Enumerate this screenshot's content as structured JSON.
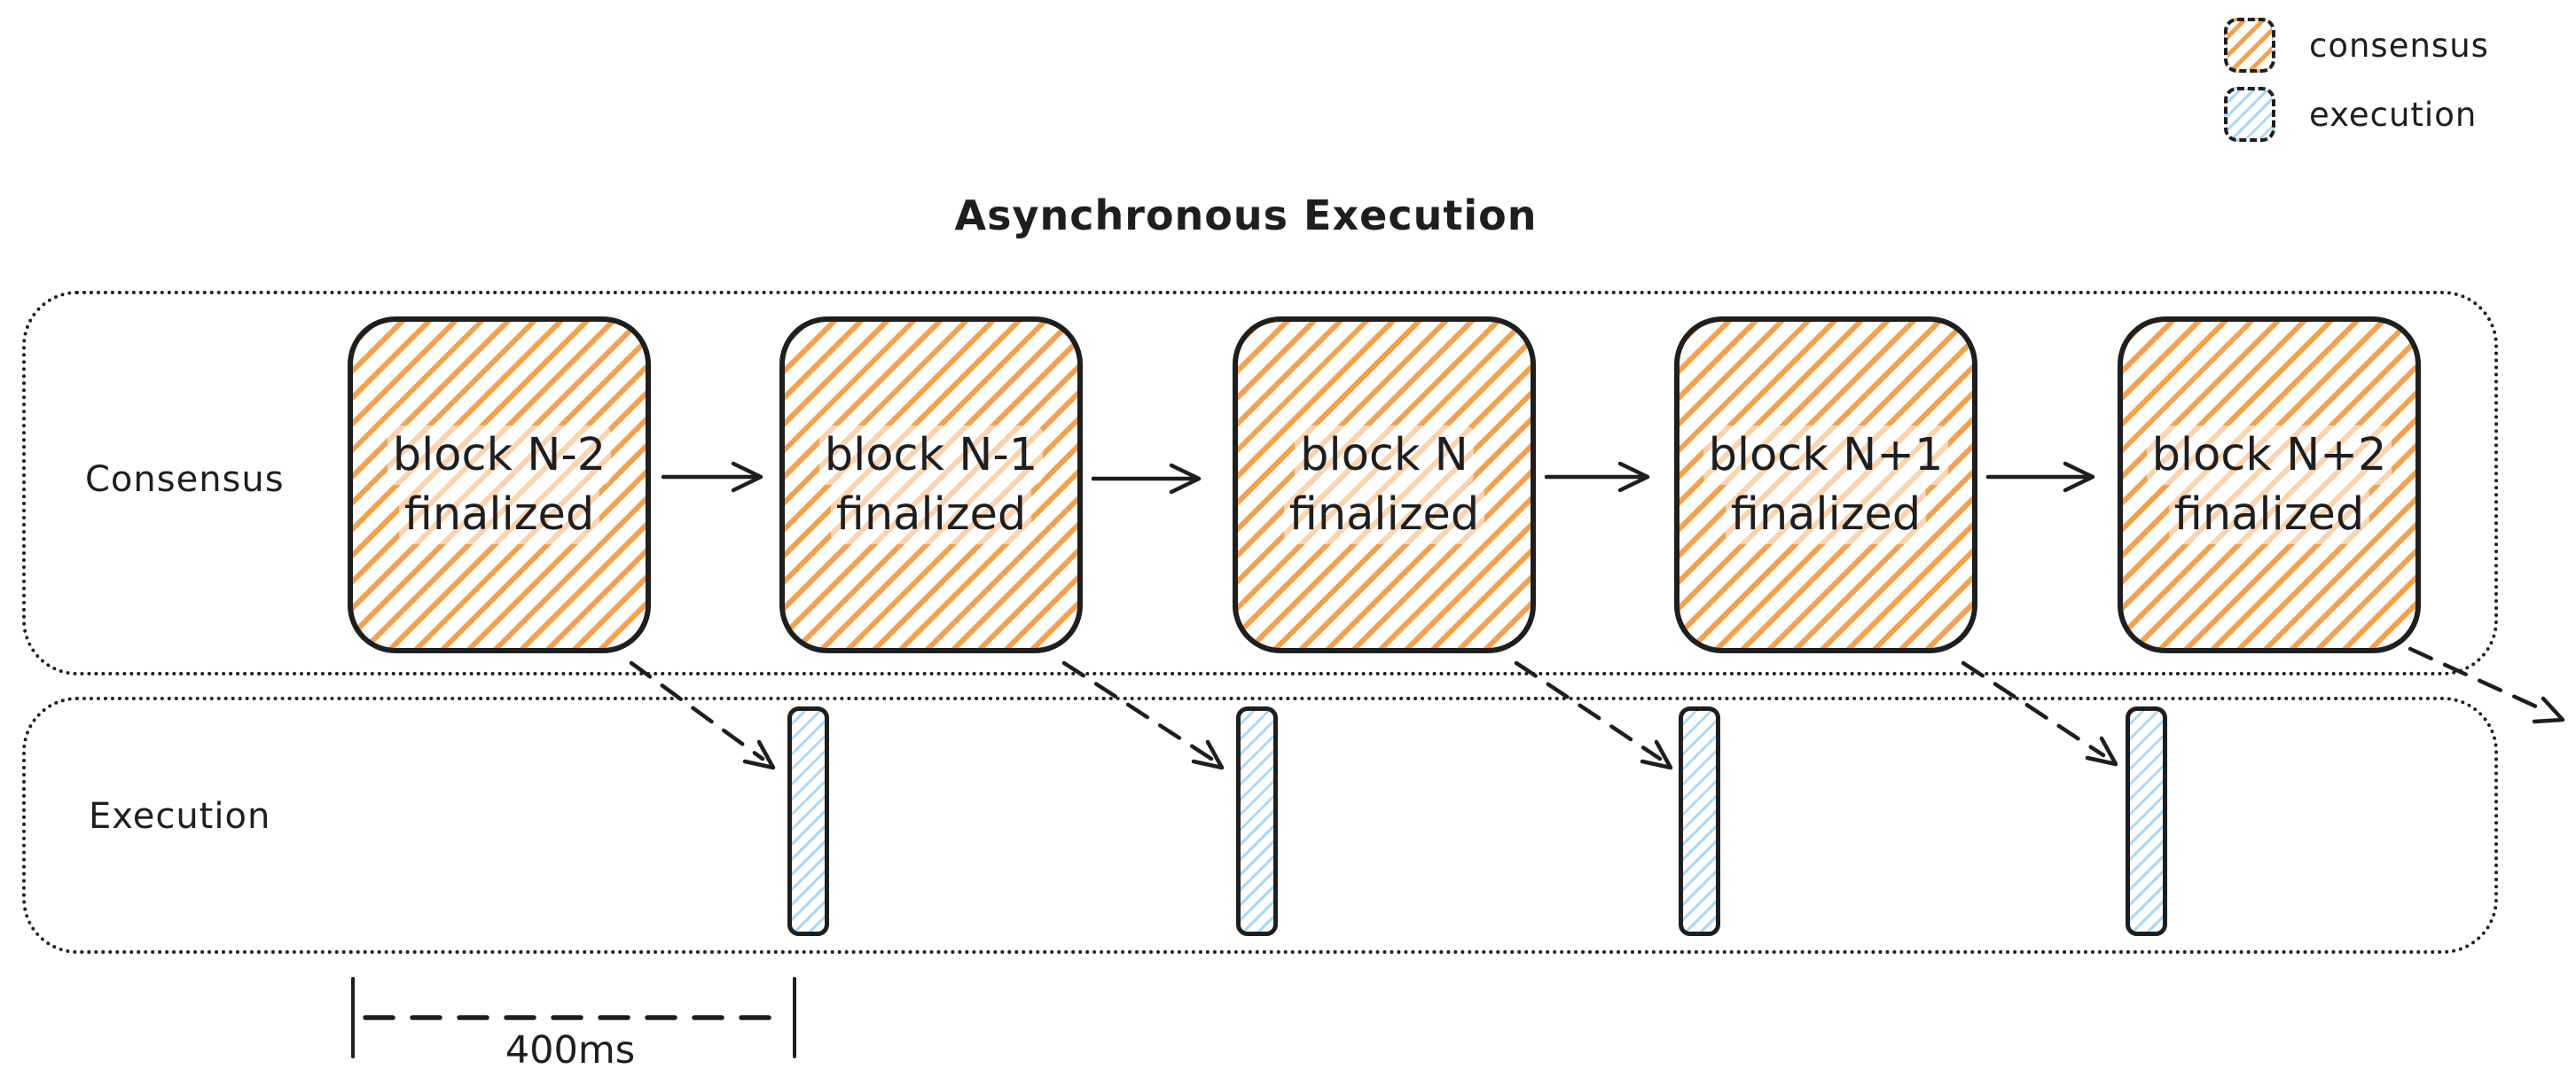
{
  "title": "Asynchronous Execution",
  "legend": {
    "items": [
      {
        "label": "consensus",
        "swatch": "orange-hatch",
        "color": "#f4a14e"
      },
      {
        "label": "execution",
        "swatch": "blue-hatch",
        "color": "#a9d8f6"
      }
    ]
  },
  "consensus_row": {
    "label": "Consensus",
    "blocks": [
      {
        "line1": "block N-2",
        "line2": "finalized"
      },
      {
        "line1": "block N-1",
        "line2": "finalized"
      },
      {
        "line1": "block N",
        "line2": "finalized"
      },
      {
        "line1": "block N+1",
        "line2": "finalized"
      },
      {
        "line1": "block N+2",
        "line2": "finalized"
      }
    ]
  },
  "execution_row": {
    "label": "Execution",
    "bar_count": 4
  },
  "measurement": {
    "label": "400ms"
  },
  "colors": {
    "stroke": "#1e1e1e",
    "consensus_hatch": "#f4a14e",
    "execution_hatch": "#a9d8f6",
    "background": "#ffffff"
  }
}
